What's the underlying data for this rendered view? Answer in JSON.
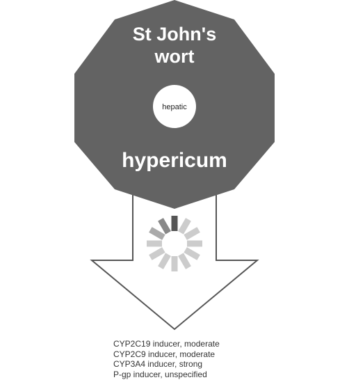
{
  "drug": {
    "common_name_line1": "St John's",
    "common_name_line2": "wort",
    "scientific_name": "hypericum",
    "route": "hepatic"
  },
  "effects": [
    "CYP2C19 inducer, moderate",
    "CYP2C9 inducer, moderate",
    "CYP3A4 inducer, strong",
    "P-gp inducer, unspecified"
  ],
  "colors": {
    "octagon_fill": "#636363",
    "arrow_stroke": "#555555",
    "spinner_active": "#555555",
    "spinner_inactive": "#cccccc"
  },
  "icons": {
    "spinner": "loading-spinner-icon",
    "arrow": "down-arrow-icon"
  }
}
